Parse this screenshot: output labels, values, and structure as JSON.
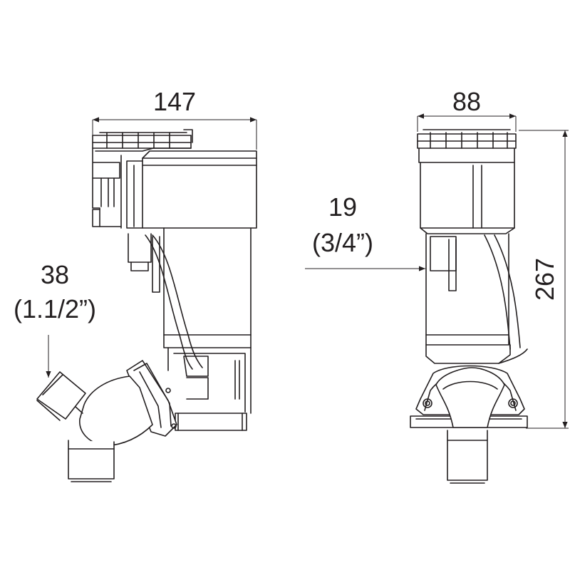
{
  "drawing": {
    "dimensions": {
      "width_side": "147",
      "width_front": "88",
      "height_total": "267",
      "outlet_size": "38",
      "outlet_size_inch": "(1.1/2”)",
      "inlet_size": "19",
      "inlet_size_inch": "(3/4”)"
    },
    "line_color": "#231f20",
    "background": "#ffffff"
  }
}
